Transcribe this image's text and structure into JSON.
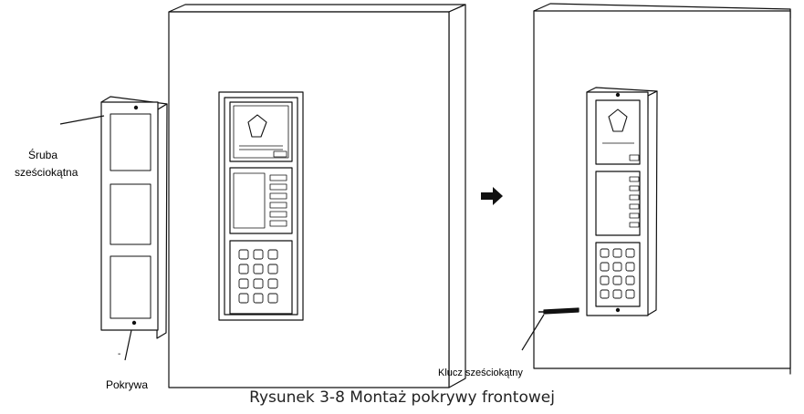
{
  "labels": {
    "hex_screw_line1": "Śruba",
    "hex_screw_line2": "sześciokątna",
    "cover": "Pokrywa",
    "dash": "-",
    "hex_key": "Klucz sześciokątny"
  },
  "caption": "Rysunek 3-8 Montaż pokrywy frontowej",
  "keypad_keys": 12
}
